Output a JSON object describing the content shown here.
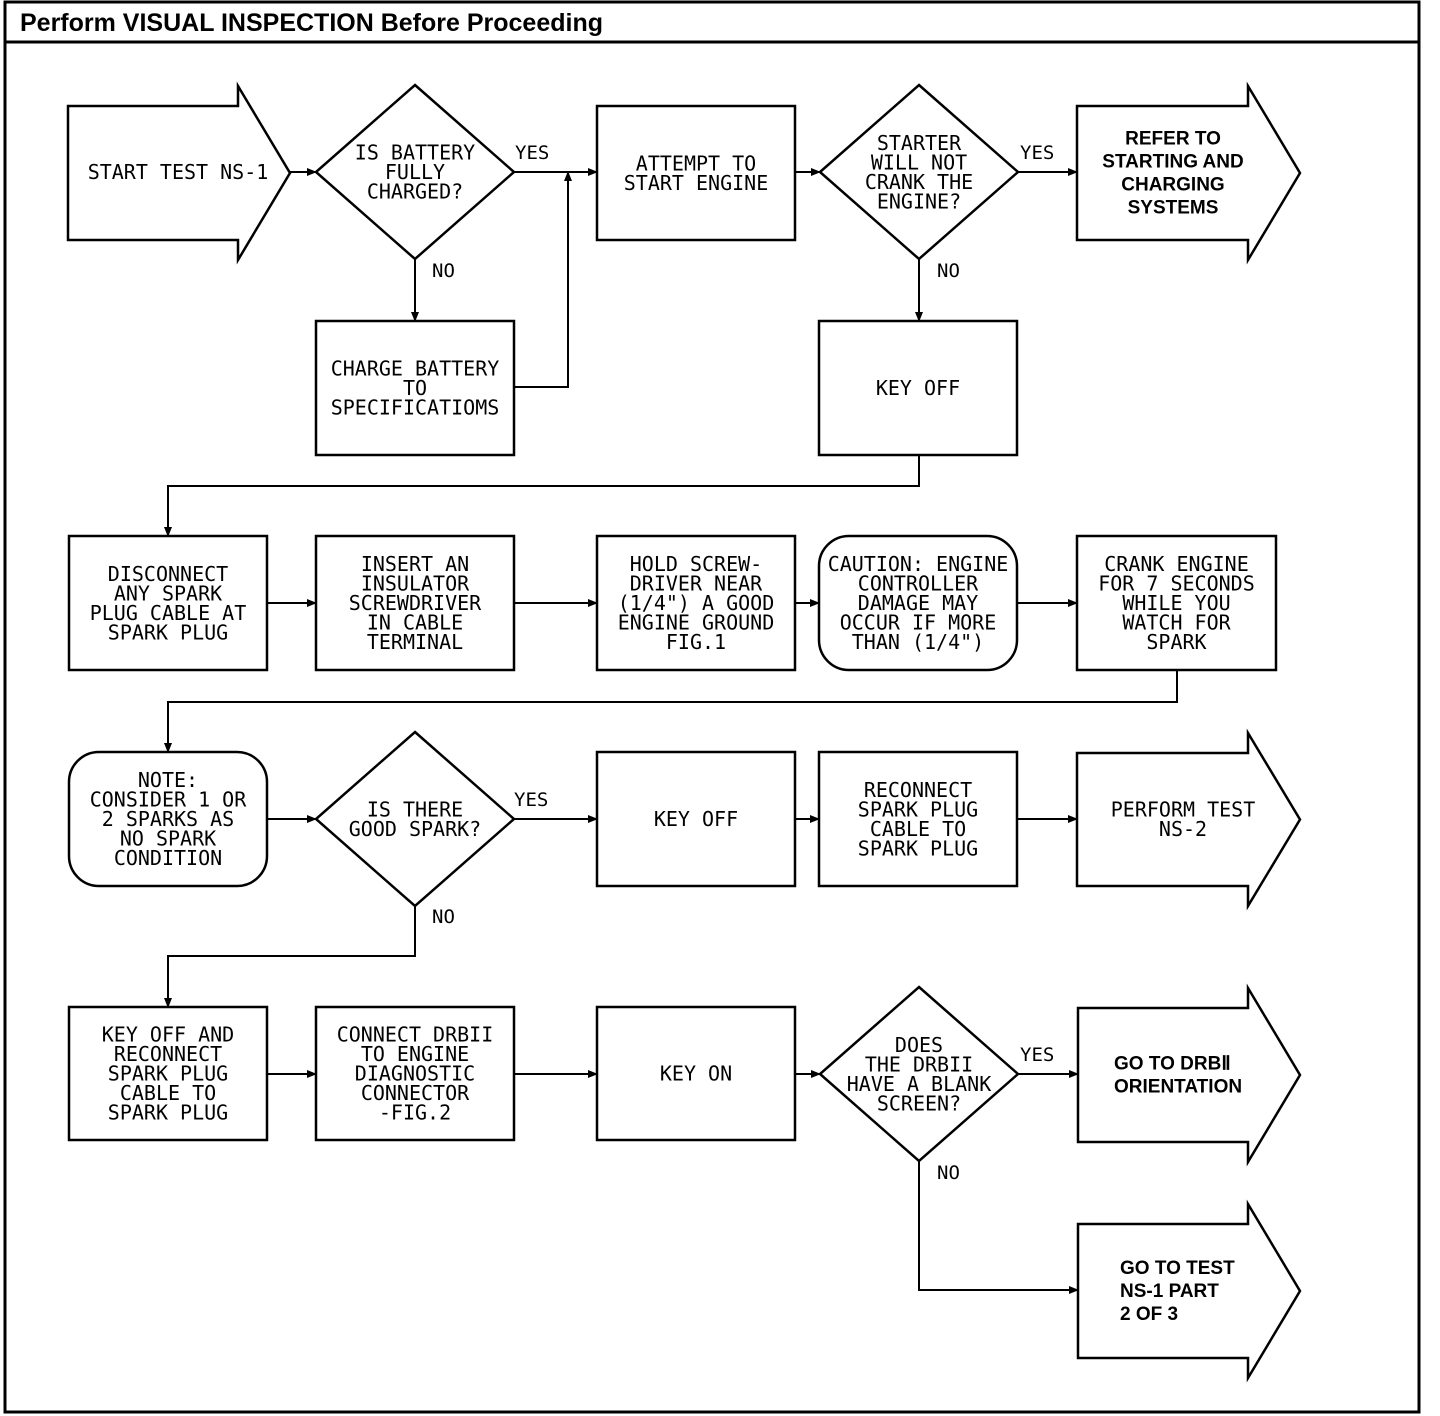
{
  "header": {
    "title": "Perform VISUAL INSPECTION Before Proceeding"
  },
  "nodes": {
    "start": [
      "START TEST NS-1"
    ],
    "battery_q": [
      "IS BATTERY",
      "FULLY",
      "CHARGED?"
    ],
    "charge": [
      "CHARGE BATTERY",
      "TO",
      "SPECIFICATIOMS"
    ],
    "attempt": [
      "ATTEMPT TO",
      "START ENGINE"
    ],
    "starter_q": [
      "STARTER",
      "WILL NOT",
      "CRANK THE",
      "ENGINE?"
    ],
    "refer": [
      "REFER TO",
      "STARTING AND",
      "CHARGING",
      "SYSTEMS"
    ],
    "keyoff1": [
      "KEY OFF"
    ],
    "disconnect": [
      "DISCONNECT",
      "ANY SPARK",
      "PLUG CABLE AT",
      "SPARK PLUG"
    ],
    "insert": [
      "INSERT AN",
      "INSULATOR",
      "SCREWDRIVER",
      "IN CABLE",
      "TERMINAL"
    ],
    "hold": [
      "HOLD SCREW-",
      "DRIVER NEAR",
      "(1/4\") A GOOD",
      "ENGINE GROUND",
      "FIG.1"
    ],
    "caution": [
      "CAUTION: ENGINE",
      "CONTROLLER",
      "DAMAGE MAY",
      "OCCUR IF MORE",
      "THAN (1/4\")"
    ],
    "crank": [
      "CRANK ENGINE",
      "FOR 7 SECONDS",
      "WHILE YOU",
      "WATCH FOR",
      "SPARK"
    ],
    "note": [
      "NOTE:",
      "CONSIDER 1 OR",
      "2 SPARKS AS",
      "NO SPARK",
      "CONDITION"
    ],
    "spark_q": [
      "IS THERE",
      "GOOD SPARK?"
    ],
    "keyoff2": [
      "KEY OFF"
    ],
    "reconnect": [
      "RECONNECT",
      "SPARK PLUG",
      "CABLE TO",
      "SPARK PLUG"
    ],
    "ns2": [
      "PERFORM TEST",
      "NS-2"
    ],
    "keyoff_recon": [
      "KEY OFF AND",
      "RECONNECT",
      "SPARK PLUG",
      "CABLE TO",
      "SPARK PLUG"
    ],
    "connect_drb": [
      "CONNECT DRBII",
      "TO ENGINE",
      "DIAGNOSTIC",
      "CONNECTOR",
      "-FIG.2"
    ],
    "keyon": [
      "KEY ON"
    ],
    "blank_q": [
      "DOES",
      "THE DRBII",
      "HAVE A BLANK",
      "SCREEN?"
    ],
    "drb_orient": [
      "GO TO DRBⅡ",
      "ORIENTATION"
    ],
    "ns1_part2": [
      "GO TO TEST",
      "NS-1 PART",
      "2 OF 3"
    ]
  },
  "labels": {
    "yes": "YES",
    "no": "NO"
  }
}
